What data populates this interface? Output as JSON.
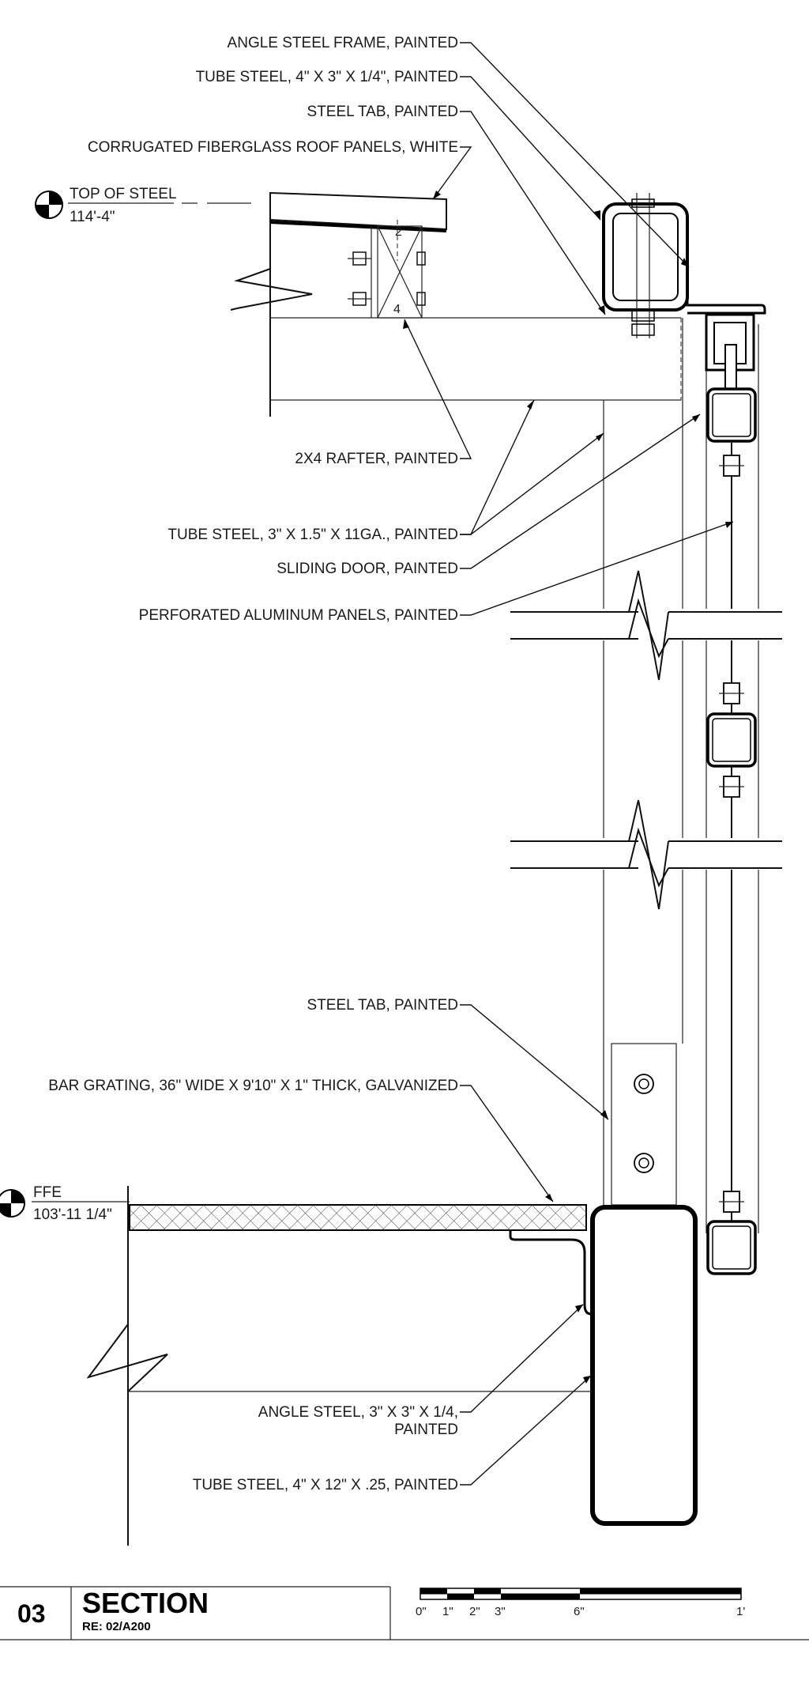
{
  "title_block": {
    "number": "03",
    "title": "SECTION",
    "reference": "RE: 02/A200"
  },
  "scale_bar": {
    "labels": [
      "0\"",
      "1\"",
      "2\"",
      "3\"",
      "6\"",
      "1'"
    ]
  },
  "levels": {
    "top_of_steel": {
      "name": "TOP OF STEEL",
      "elevation": "114'-4\""
    },
    "ffe": {
      "name": "FFE",
      "elevation": "103'-11 1/4\""
    }
  },
  "rafter_marks": {
    "depth": "2",
    "width": "4"
  },
  "annotations": {
    "angle_frame": "ANGLE STEEL FRAME, PAINTED",
    "tube_4x3": "TUBE STEEL, 4\" X 3\" X 1/4\", PAINTED",
    "steel_tab_top": "STEEL TAB, PAINTED",
    "roof_panels": "CORRUGATED FIBERGLASS ROOF PANELS, WHITE",
    "rafter": "2X4 RAFTER, PAINTED",
    "tube_3x1_5": "TUBE STEEL, 3\" X 1.5\" X 11GA., PAINTED",
    "sliding_door": "SLIDING DOOR, PAINTED",
    "perforated": "PERFORATED ALUMINUM PANELS, PAINTED",
    "steel_tab_bottom": "STEEL TAB, PAINTED",
    "bar_grating": "BAR GRATING, 36\" WIDE X  9'10\" X 1\" THICK, GALVANIZED",
    "angle_3x3_line1": "ANGLE STEEL, 3\" X 3\" X 1/4,",
    "angle_3x3_line2": "PAINTED",
    "tube_4x12": "TUBE STEEL, 4\" X 12\" X .25, PAINTED"
  }
}
